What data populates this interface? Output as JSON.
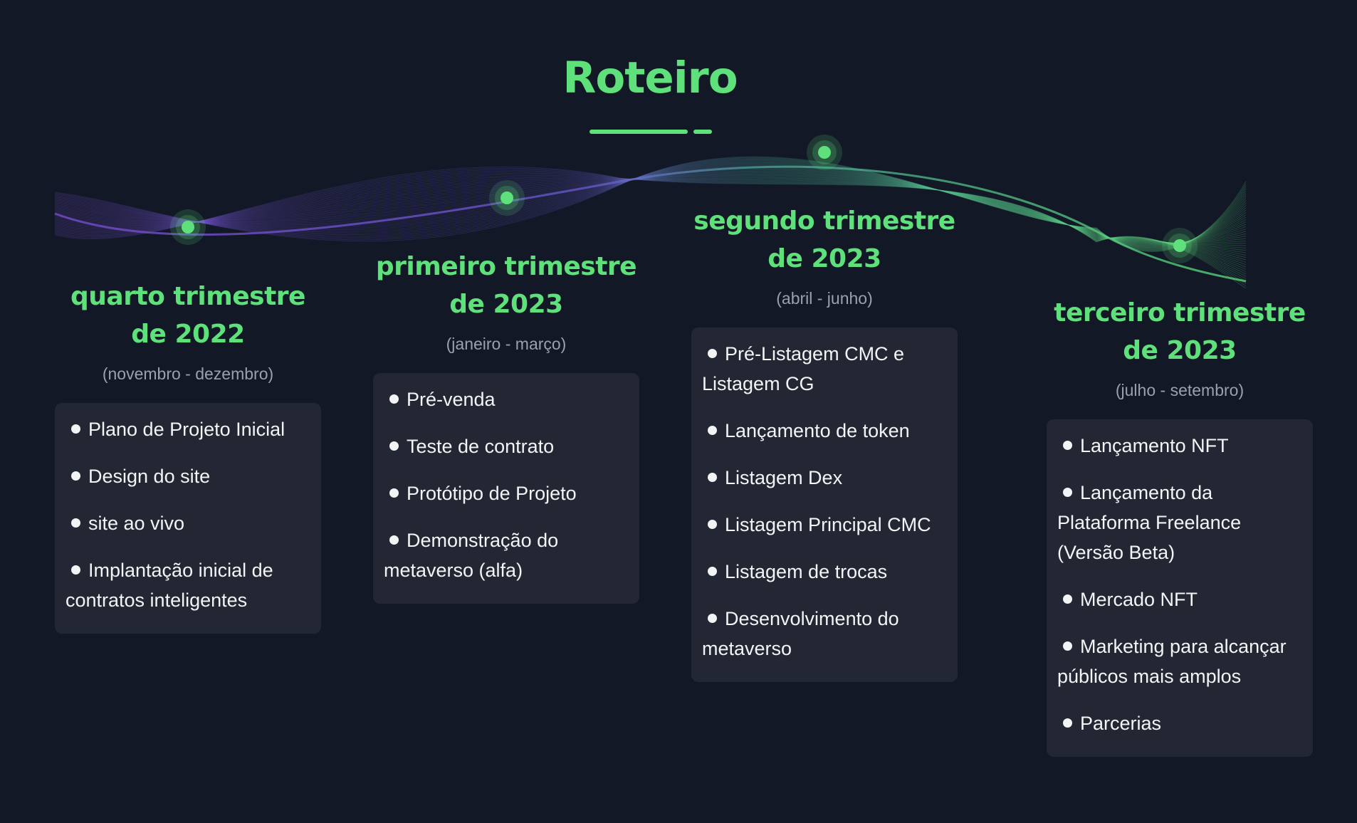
{
  "title": "Roteiro",
  "colors": {
    "background": "#121826",
    "accent": "#5ee07a",
    "card": "#222733",
    "wave_purple": "#7b4fd6",
    "wave_green": "#5ee07a"
  },
  "phases": [
    {
      "title": "quarto trimestre de 2022",
      "period": "(novembro - dezembro)",
      "items": [
        "Plano de Projeto Inicial",
        "Design do site",
        "site ao vivo",
        "Implantação inicial de contratos inteligentes"
      ]
    },
    {
      "title": "primeiro trimestre de 2023",
      "period": "(janeiro - março)",
      "items": [
        "Pré-venda",
        "Teste de contrato",
        "Protótipo de Projeto",
        "Demonstração do metaverso (alfa)"
      ]
    },
    {
      "title": "segundo trimestre de 2023",
      "period": "(abril - junho)",
      "items": [
        "Pré-Listagem CMC e Listagem CG",
        "Lançamento de token",
        "Listagem Dex",
        "Listagem Principal CMC",
        "Listagem de trocas",
        "Desenvolvimento do metaverso"
      ]
    },
    {
      "title": "terceiro trimestre de 2023",
      "period": "(julho - setembro)",
      "items": [
        "Lançamento NFT",
        "Lançamento da Plataforma Freelance (Versão Beta)",
        "Mercado NFT",
        "Marketing para alcançar públicos mais amplos",
        "Parcerias"
      ]
    }
  ]
}
